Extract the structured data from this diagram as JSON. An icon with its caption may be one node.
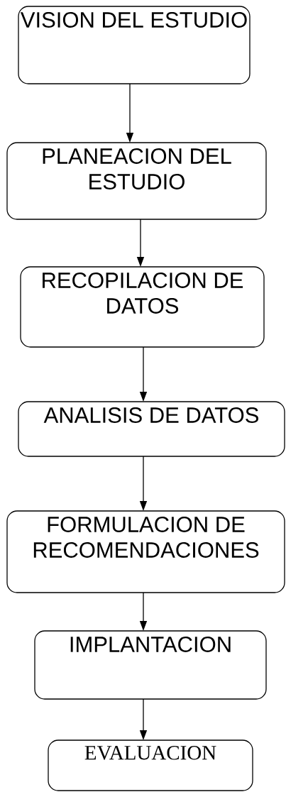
{
  "diagram": {
    "nodes": [
      {
        "text": [
          "VISION DEL ESTUDIO"
        ]
      },
      {
        "text": [
          "PLANEACION DEL ESTUDIO"
        ]
      },
      {
        "text": [
          "RECOPILACION DE DATOS"
        ]
      },
      {
        "text": [
          "ANALISIS DE DATOS"
        ]
      },
      {
        "text": [
          "FORMULACION DE RECOMENDACIONES"
        ]
      },
      {
        "text": [
          "IMPLANTACION"
        ]
      },
      {
        "text": [
          "EVALUACION"
        ]
      }
    ],
    "edges": [
      {
        "from": 0,
        "to": 1,
        "arrow": "to"
      },
      {
        "from": 1,
        "to": 2,
        "arrow": "to"
      },
      {
        "from": 2,
        "to": 3,
        "arrow": "to"
      },
      {
        "from": 3,
        "to": 4,
        "arrow": "to"
      },
      {
        "from": 4,
        "to": 5,
        "arrow": "to"
      },
      {
        "from": 5,
        "to": 6,
        "arrow": "to"
      }
    ]
  }
}
